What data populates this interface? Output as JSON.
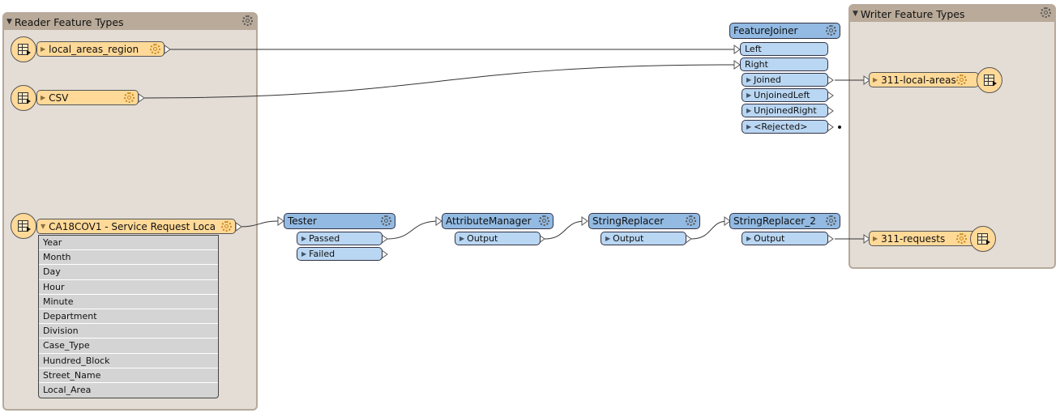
{
  "bookmarks": {
    "reader": {
      "title": "Reader Feature Types"
    },
    "writer": {
      "title": "Writer Feature Types"
    }
  },
  "readers": [
    {
      "name": "local_areas_region"
    },
    {
      "name": "CSV"
    },
    {
      "name": "CA18COV1 - Service Request Loca",
      "attributes": [
        "Year",
        "Month",
        "Day",
        "Hour",
        "Minute",
        "Department",
        "Division",
        "Case_Type",
        "Hundred_Block",
        "Street_Name",
        "Local_Area"
      ]
    }
  ],
  "transformers": {
    "featurejoiner": {
      "name": "FeatureJoiner",
      "inputs": [
        "Left",
        "Right"
      ],
      "outputs": [
        "Joined",
        "UnjoinedLeft",
        "UnjoinedRight",
        "<Rejected>"
      ]
    },
    "tester": {
      "name": "Tester",
      "outputs": [
        "Passed",
        "Failed"
      ]
    },
    "attributemanager": {
      "name": "AttributeManager",
      "outputs": [
        "Output"
      ]
    },
    "stringreplacer": {
      "name": "StringReplacer",
      "outputs": [
        "Output"
      ]
    },
    "stringreplacer2": {
      "name": "StringReplacer_2",
      "outputs": [
        "Output"
      ]
    }
  },
  "writers": [
    {
      "name": "311-local-areas"
    },
    {
      "name": "311-requests"
    }
  ],
  "colors": {
    "bookmark_bg": "#e4ddd6",
    "bookmark_header": "#b9aa99",
    "feature_type": "#ffd998",
    "transformer_header": "#92bae3",
    "transformer_port": "#b9d6f2",
    "attribute_list": "#d4d4d4"
  },
  "icons": {
    "feature_type": "table-writer-icon",
    "settings": "gear-icon",
    "expand": "triangle-icon"
  }
}
